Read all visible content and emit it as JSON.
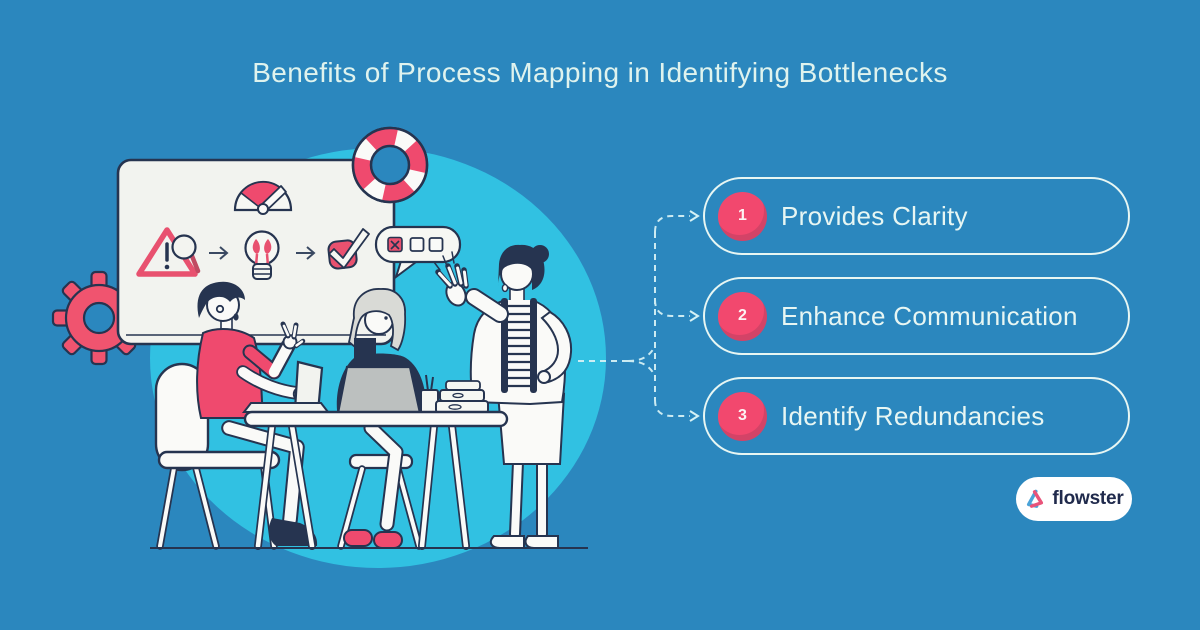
{
  "title": "Benefits of Process Mapping in Identifying Bottlenecks",
  "benefits": [
    {
      "number": "1",
      "label": "Provides Clarity"
    },
    {
      "number": "2",
      "label": "Enhance Communication"
    },
    {
      "number": "3",
      "label": "Identify Redundancies"
    }
  ],
  "logo": {
    "text": "flowster"
  },
  "colors": {
    "background": "#2B87BE",
    "accent_pink": "#F2486E",
    "teal_blob": "#31C1E2",
    "outline_navy": "#263450",
    "pill_border": "#E7F6F3",
    "title_text": "#DFF3EE",
    "logo_text_navy": "#202A4C",
    "logo_mark_blue": "#4AA3D8",
    "logo_mark_pink": "#E9537A"
  },
  "illustration": {
    "icons": [
      "gear-icon",
      "whiteboard",
      "gauge-icon",
      "warning-icon",
      "magnifier-icon",
      "flow-arrow-icon",
      "lightbulb-icon",
      "checkmark-icon",
      "lifebuoy-icon",
      "speech-bubble-checklist"
    ]
  }
}
